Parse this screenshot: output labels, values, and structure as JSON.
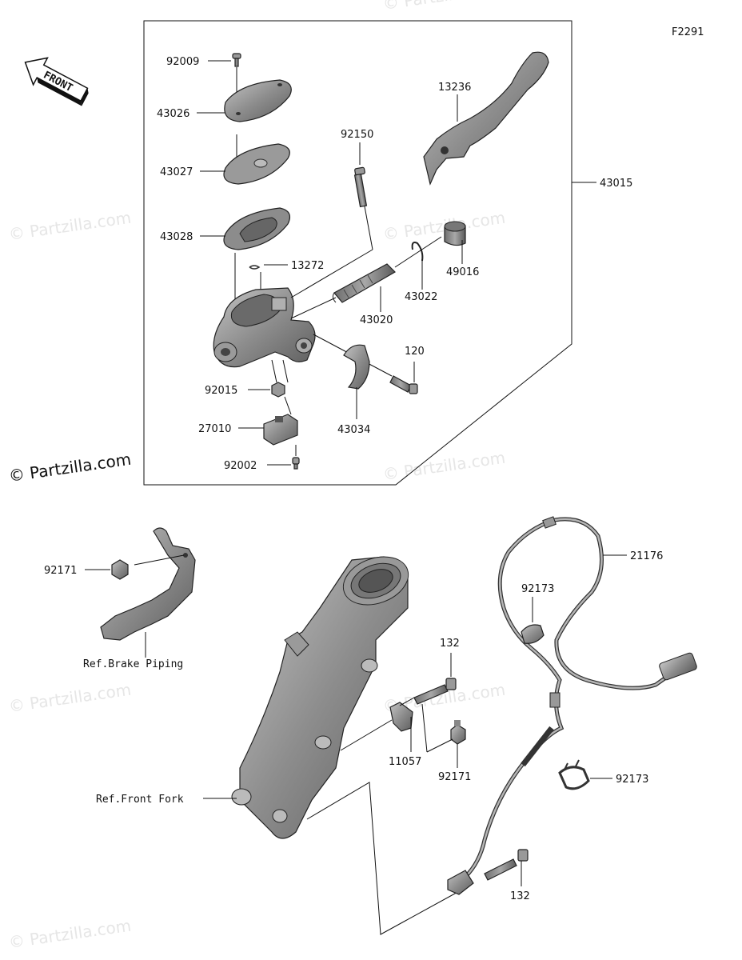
{
  "figure_code": "F2291",
  "front_arrow": {
    "text": "FRONT"
  },
  "watermark": {
    "text": "© Partzilla.com"
  },
  "parts": {
    "p92009": "92009",
    "p43026": "43026",
    "p43027": "43027",
    "p43028": "43028",
    "p13272": "13272",
    "p92150": "92150",
    "p13236": "13236",
    "p43015": "43015",
    "p49016": "49016",
    "p43022": "43022",
    "p43020": "43020",
    "p120": "120",
    "p92015": "92015",
    "p27010": "27010",
    "p43034": "43034",
    "p92002": "92002",
    "p92171a": "92171",
    "p21176": "21176",
    "p92173a": "92173",
    "p132a": "132",
    "p11057": "11057",
    "p92171b": "92171",
    "p92173b": "92173",
    "p132b": "132"
  },
  "refs": {
    "brake_piping": "Ref.Brake Piping",
    "front_fork": "Ref.Front Fork"
  },
  "colors": {
    "part_fill": "#8a8a8a",
    "part_light": "#b5b5b5",
    "part_dark": "#555555",
    "line": "#111111"
  }
}
